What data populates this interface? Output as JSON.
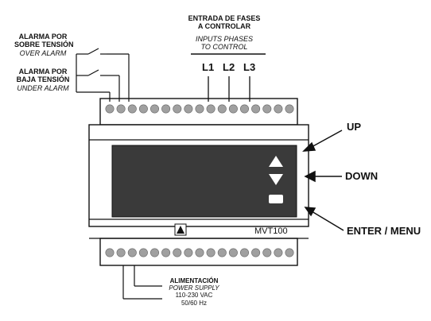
{
  "inputs": {
    "title_line1": "ENTRADA DE FASES",
    "title_line2": "A CONTROLAR",
    "subtitle_line1": "INPUTS PHASES",
    "subtitle_line2": "TO CONTROL",
    "phases": [
      "L1",
      "L2",
      "L3"
    ]
  },
  "alarms": {
    "over_line1": "ALARMA POR",
    "over_line2": "SOBRE TENSIÓN",
    "over_en": "OVER ALARM",
    "under_line1": "ALARMA POR",
    "under_line2": "BAJA TENSIÓN",
    "under_en": "UNDER ALARM"
  },
  "device": {
    "model": "MVT100",
    "terminals_per_row": 17
  },
  "buttons": {
    "up": "UP",
    "down": "DOWN",
    "enter": "ENTER / MENU"
  },
  "power": {
    "title": "ALIMENTACIÓN",
    "subtitle": "POWER SUPPLY",
    "voltage": "110-230 VAC",
    "frequency": "50/60 Hz"
  },
  "colors": {
    "display": "#3a3a3a",
    "line": "#111111",
    "terminal": "#a0a0a0"
  }
}
